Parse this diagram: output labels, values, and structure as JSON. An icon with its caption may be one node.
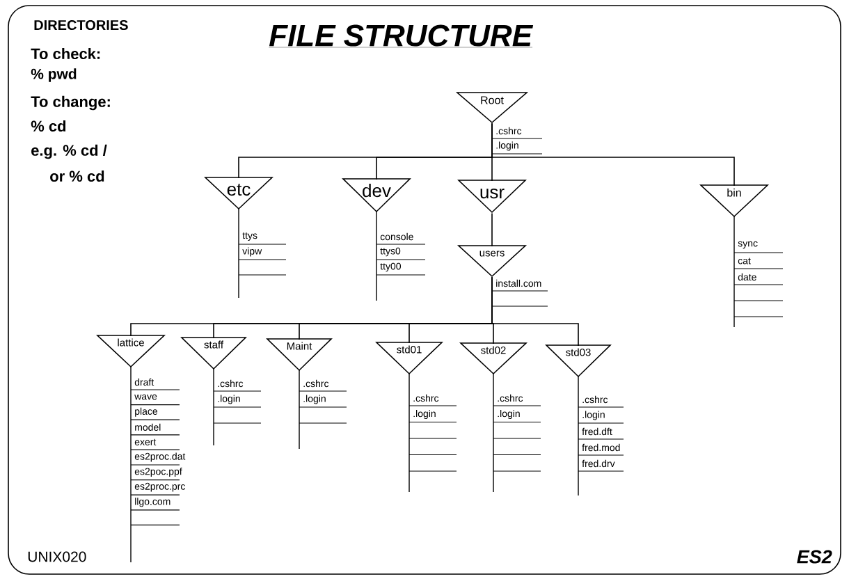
{
  "diagram": {
    "title": "FILE STRUCTURE",
    "nodes": [
      {
        "text": [
          "Root"
        ],
        "beside": [
          ".cshrc",
          ".login"
        ]
      },
      {
        "text": [
          "etc"
        ],
        "beside": [
          "ttys",
          "vipw"
        ]
      },
      {
        "text": [
          "dev"
        ],
        "beside": [
          "console",
          "ttys0",
          "tty00"
        ]
      },
      {
        "text": [
          "usr"
        ]
      },
      {
        "text": [
          "bin"
        ],
        "beside": [
          "sync",
          "cat",
          "date"
        ]
      },
      {
        "text": [
          "users"
        ],
        "beside": [
          "install.com"
        ]
      },
      {
        "text": [
          "lattice"
        ],
        "beside": [
          "draft",
          "wave",
          "place",
          "model",
          "exert",
          "es2proc.dat",
          "es2poc.ppf",
          "es2proc.prc",
          "llgo.com"
        ]
      },
      {
        "text": [
          "staff"
        ],
        "beside": [
          ".cshrc",
          ".login"
        ]
      },
      {
        "text": [
          "Maint"
        ],
        "beside": [
          ".cshrc",
          ".login"
        ]
      },
      {
        "text": [
          "std01"
        ],
        "beside": [
          ".cshrc",
          ".login"
        ]
      },
      {
        "text": [
          "std02"
        ],
        "beside": [
          ".cshrc",
          ".login"
        ]
      },
      {
        "text": [
          "std03"
        ],
        "beside": [
          ".cshrc",
          ".login",
          "fred.dft",
          "fred.mod",
          "fred.drv"
        ]
      }
    ],
    "edges": [
      {
        "from": 0,
        "to": 1,
        "arrow": "none"
      },
      {
        "from": 0,
        "to": 2,
        "arrow": "none"
      },
      {
        "from": 0,
        "to": 3,
        "arrow": "none"
      },
      {
        "from": 0,
        "to": 4,
        "arrow": "none"
      },
      {
        "from": 3,
        "to": 5,
        "arrow": "none"
      },
      {
        "from": 5,
        "to": 6,
        "arrow": "none"
      },
      {
        "from": 5,
        "to": 7,
        "arrow": "none"
      },
      {
        "from": 5,
        "to": 8,
        "arrow": "none"
      },
      {
        "from": 5,
        "to": 9,
        "arrow": "none"
      },
      {
        "from": 5,
        "to": 10,
        "arrow": "none"
      },
      {
        "from": 5,
        "to": 11,
        "arrow": "none"
      }
    ],
    "labels": [
      "DIRECTORIES",
      "To check:",
      "% pwd",
      "To change:",
      "% cd",
      "e.g. % cd /",
      "or % cd",
      "UNIX020",
      "ES2"
    ]
  }
}
